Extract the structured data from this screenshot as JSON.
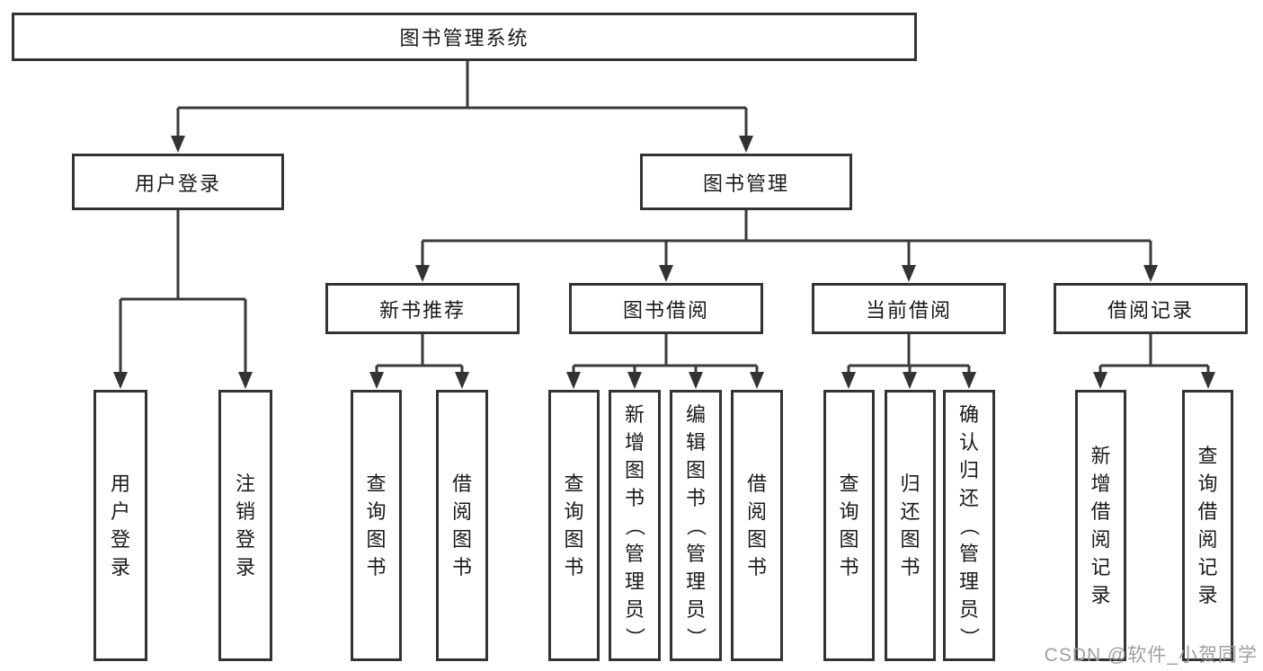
{
  "diagram": {
    "root": {
      "label": "图书管理系统"
    },
    "level2": [
      {
        "label": "用户登录"
      },
      {
        "label": "图书管理"
      }
    ],
    "level3": [
      {
        "label": "新书推荐"
      },
      {
        "label": "图书借阅"
      },
      {
        "label": "当前借阅"
      },
      {
        "label": "借阅记录"
      }
    ],
    "leaves": [
      {
        "label": "用户登录"
      },
      {
        "label": "注销登录"
      },
      {
        "label": "查询图书"
      },
      {
        "label": "借阅图书"
      },
      {
        "label": "查询图书"
      },
      {
        "label": "新增图书（管理员）"
      },
      {
        "label": "编辑图书（管理员）"
      },
      {
        "label": "借阅图书"
      },
      {
        "label": "查询图书"
      },
      {
        "label": "归还图书"
      },
      {
        "label": "确认归还（管理员）"
      },
      {
        "label": "新增借阅记录"
      },
      {
        "label": "查询借阅记录"
      }
    ],
    "watermark": "CSDN @软件_小贺同学",
    "colors": {
      "line": "#3a3a3a",
      "box_border": "#333333",
      "text": "#1a1a1a",
      "watermark": "#9e9ea3",
      "background": "#ffffff"
    }
  }
}
